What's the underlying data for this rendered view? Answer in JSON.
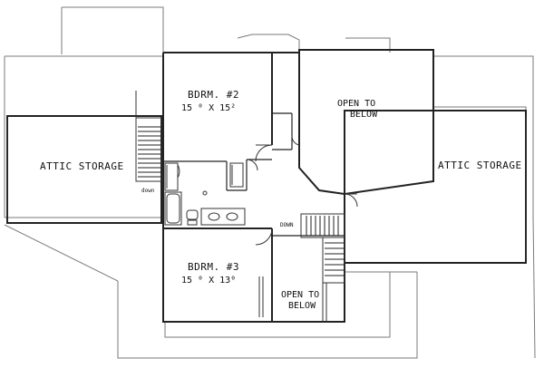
{
  "rooms": {
    "bedroom2": {
      "name": "BDRM. #2",
      "size": "15 ⁰ X 15²"
    },
    "bedroom3": {
      "name": "BDRM. #3",
      "size": "15 ⁰ X 13⁰"
    },
    "attic_left": {
      "name": "ATTIC STORAGE"
    },
    "attic_right": {
      "name": "ATTIC STORAGE"
    },
    "open_upper": {
      "line1": "OPEN TO",
      "line2": "BELOW"
    },
    "open_lower": {
      "line1": "OPEN TO",
      "line2": "BELOW"
    }
  },
  "stairs": {
    "left_label": "down",
    "center_label": "DOWN"
  }
}
